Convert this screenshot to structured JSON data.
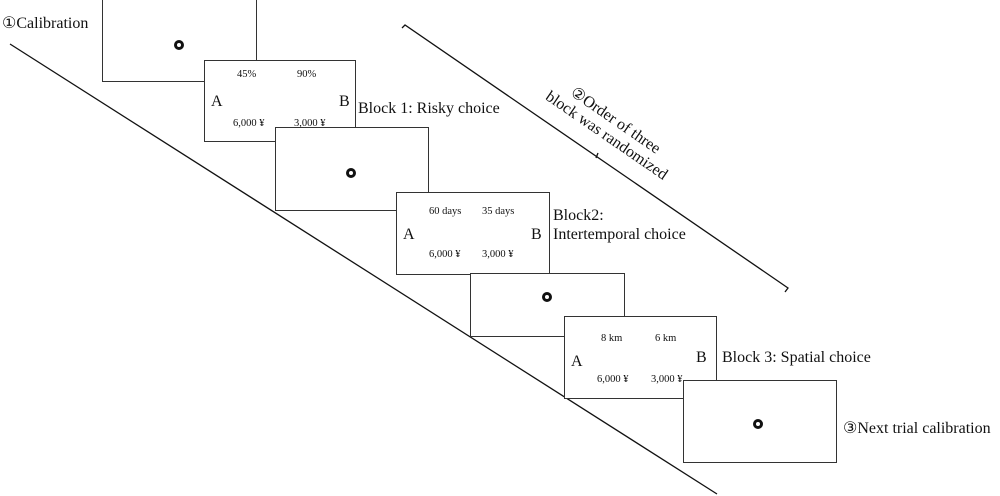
{
  "steps": {
    "calibration": "①Calibration",
    "randomized_line1": "②Order of three",
    "randomized_line2": "block was randomized",
    "next_calibration": "③Next trial calibration"
  },
  "blocks": [
    {
      "label": "Block 1: Risky choice",
      "label_lines": [
        "Block 1: Risky choice"
      ],
      "option_a": {
        "letter": "A",
        "attribute": "45%",
        "amount": "6,000 ¥"
      },
      "option_b": {
        "letter": "B",
        "attribute": "90%",
        "amount": "3,000 ¥"
      }
    },
    {
      "label": "Block2: Intertemporal choice",
      "label_lines": [
        "Block2:",
        "Intertemporal choice"
      ],
      "option_a": {
        "letter": "A",
        "attribute": "60 days",
        "amount": "6,000 ¥"
      },
      "option_b": {
        "letter": "B",
        "attribute": "35 days",
        "amount": "3,000 ¥"
      }
    },
    {
      "label": "Block 3: Spatial choice",
      "label_lines": [
        "Block 3: Spatial choice"
      ],
      "option_a": {
        "letter": "A",
        "attribute": "8 km",
        "amount": "6,000 ¥"
      },
      "option_b": {
        "letter": "B",
        "attribute": "6 km",
        "amount": "3,000 ¥"
      }
    }
  ],
  "fixation_icon": "fixation-circle-icon",
  "colors": {
    "line": "#111111",
    "box_border": "#333333",
    "background": "#ffffff"
  }
}
